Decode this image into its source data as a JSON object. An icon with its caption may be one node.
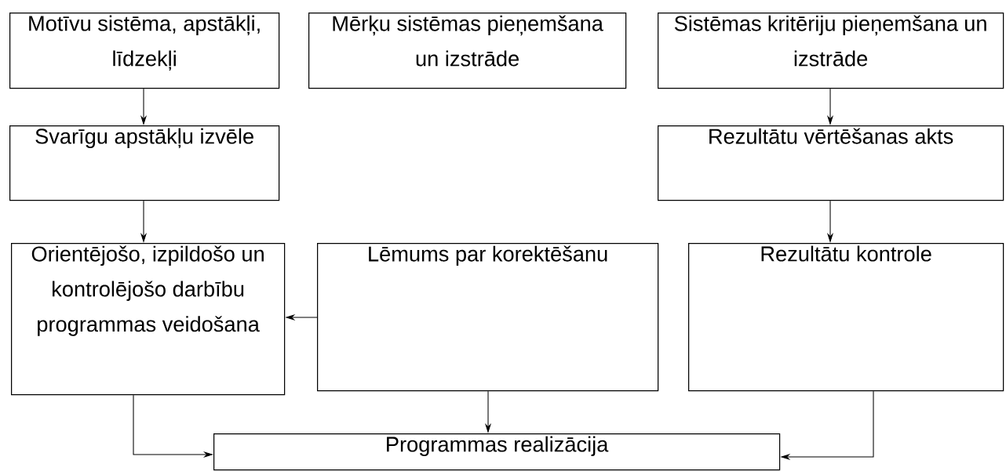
{
  "diagram": {
    "nodes": [
      {
        "text": [
          "Motīvu sistēma, apstākļi, līdzekļi"
        ]
      },
      {
        "text": [
          "Mērķu sistēmas pieņemšana un izstrāde"
        ]
      },
      {
        "text": [
          "Sistēmas kritēriju pieņemšana un izstrāde"
        ]
      },
      {
        "text": [
          "Svarīgu apstākļu izvēle"
        ]
      },
      {
        "text": [
          "Rezultātu vērtēšanas akts"
        ]
      },
      {
        "text": [
          "Orientējošo, izpildošo un kontrolējošo darbību programmas veidošana"
        ]
      },
      {
        "text": [
          "Lēmums par korektēšanu"
        ]
      },
      {
        "text": [
          "Rezultātu kontrole"
        ]
      },
      {
        "text": [
          "Programmas realizācija"
        ]
      }
    ],
    "edges": [
      {
        "from": 0,
        "to": 3,
        "arrow": "to"
      },
      {
        "from": 3,
        "to": 5,
        "arrow": "to"
      },
      {
        "from": 2,
        "to": 4,
        "arrow": "to"
      },
      {
        "from": 4,
        "to": 7,
        "arrow": "to"
      },
      {
        "from": 6,
        "to": 5,
        "arrow": "to"
      },
      {
        "from": 5,
        "to": 8,
        "arrow": "to"
      },
      {
        "from": 6,
        "to": 8,
        "arrow": "to"
      },
      {
        "from": 7,
        "to": 8,
        "arrow": "to"
      }
    ]
  }
}
